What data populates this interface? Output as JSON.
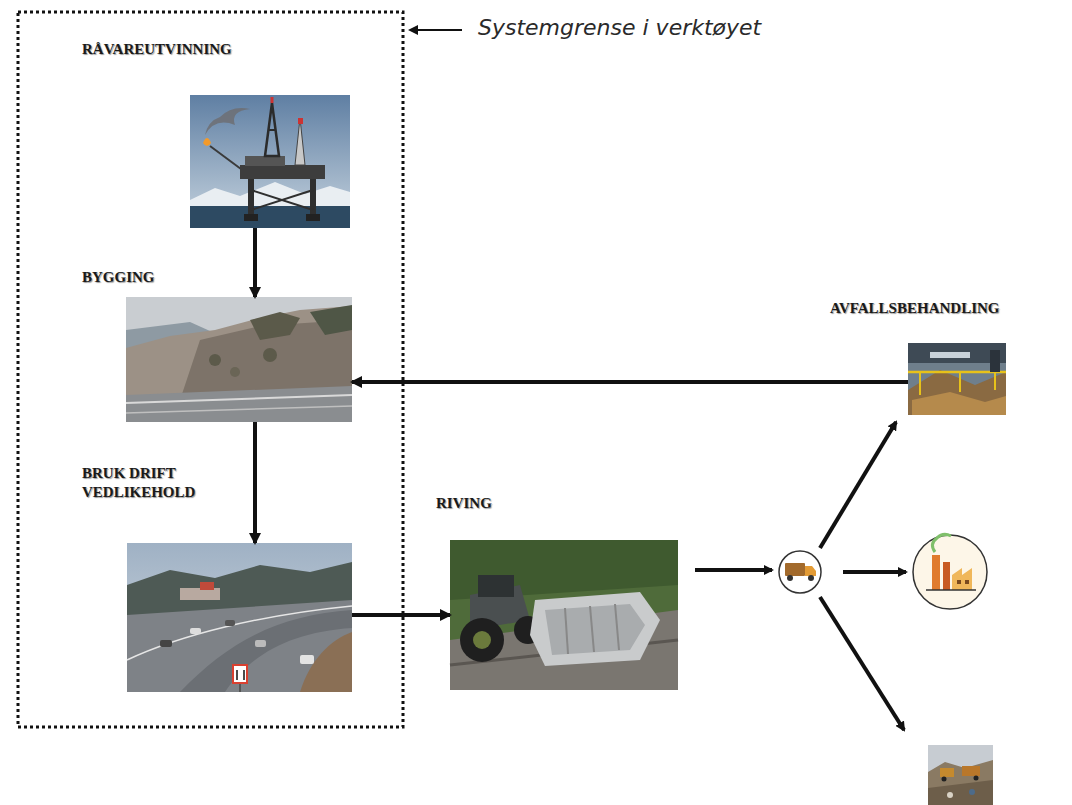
{
  "diagram": {
    "nodes": [
      {
        "text": [
          "RÅVAREUTVINNING"
        ]
      },
      {
        "text": [
          "BYGGING"
        ]
      },
      {
        "text": [
          "BRUK DRIFT VEDLIKEHOLD"
        ]
      },
      {
        "text": [
          "RIVING"
        ]
      },
      {
        "text": [
          "AVFALLSBEHANDLING"
        ]
      }
    ],
    "edges": [
      {
        "from": 0,
        "to": 1,
        "arrow": "to"
      },
      {
        "from": 1,
        "to": 2,
        "arrow": "to"
      },
      {
        "from": 2,
        "to": 3,
        "arrow": "to"
      },
      {
        "from": 4,
        "to": 1,
        "arrow": "to"
      }
    ],
    "labels": [
      "Systemgrense i verktøyet"
    ]
  }
}
